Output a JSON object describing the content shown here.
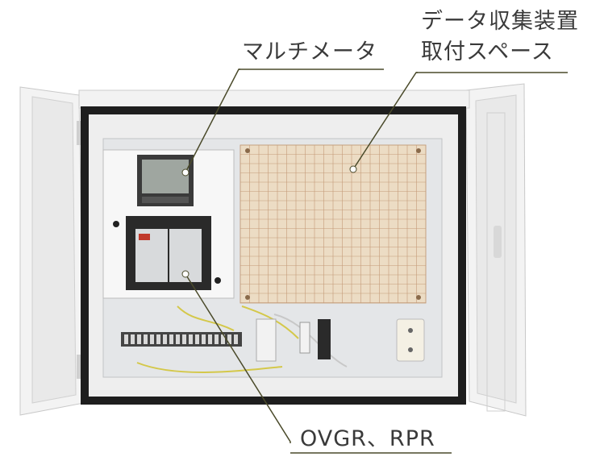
{
  "labels": {
    "multimeter": "マルチメータ",
    "data_space_line1": "データ収集装置",
    "data_space_line2": "取付スペース",
    "relays": "OVGR、RPR"
  },
  "colors": {
    "leader_line": "#4a4a2a",
    "cabinet": "#efefef",
    "backplate": "#e4e6e8",
    "grid_board": "#ecdcc4",
    "grid_lines": "#b88a6a"
  }
}
